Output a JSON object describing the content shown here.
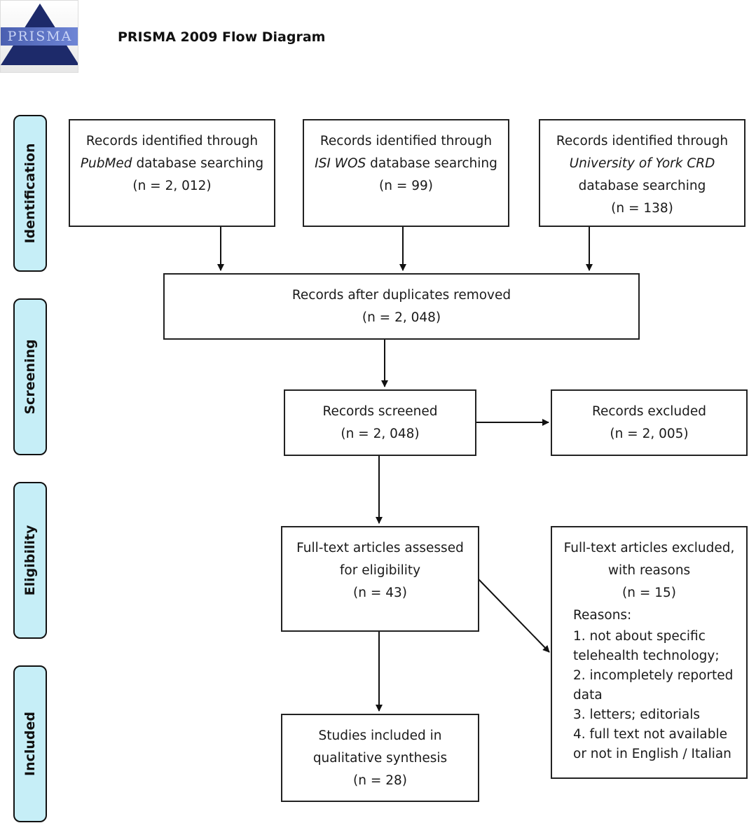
{
  "header": {
    "logo_text": "PRISMA",
    "title": "PRISMA 2009 Flow Diagram"
  },
  "phases": {
    "identification": "Identification",
    "screening": "Screening",
    "eligibility": "Eligibility",
    "included": "Included"
  },
  "boxes": {
    "pubmed": {
      "line1": "Records identified through",
      "source": "PubMed",
      "suffix": " database searching",
      "count": "(n = 2, 012)"
    },
    "isi": {
      "line1": "Records identified through",
      "source": "ISI WOS",
      "suffix": " database searching",
      "count": "(n = 99)"
    },
    "york": {
      "line1": "Records identified through",
      "source": "University of York CRD",
      "line3": "database searching",
      "count": "(n = 138)"
    },
    "deduplicated": {
      "line1": "Records after duplicates removed",
      "count": "(n = 2, 048)"
    },
    "screened": {
      "line1": "Records screened",
      "count": "(n = 2, 048)"
    },
    "excluded": {
      "line1": "Records excluded",
      "count": "(n = 2, 005)"
    },
    "fulltext": {
      "line1": "Full-text articles assessed",
      "line2": "for eligibility",
      "count": "(n = 43)"
    },
    "fulltext_excluded": {
      "line1": "Full-text articles excluded,",
      "line2": "with reasons",
      "count": "(n = 15)",
      "reasons_label": "Reasons:",
      "reasons": [
        "1. not about specific",
        "telehealth technology;",
        "2. incompletely reported",
        "data",
        "3. letters; editorials",
        "4. full text not available",
        "or not in English / Italian"
      ]
    },
    "included": {
      "line1": "Studies included in",
      "line2": "qualitative synthesis",
      "count": "(n = 28)"
    }
  }
}
